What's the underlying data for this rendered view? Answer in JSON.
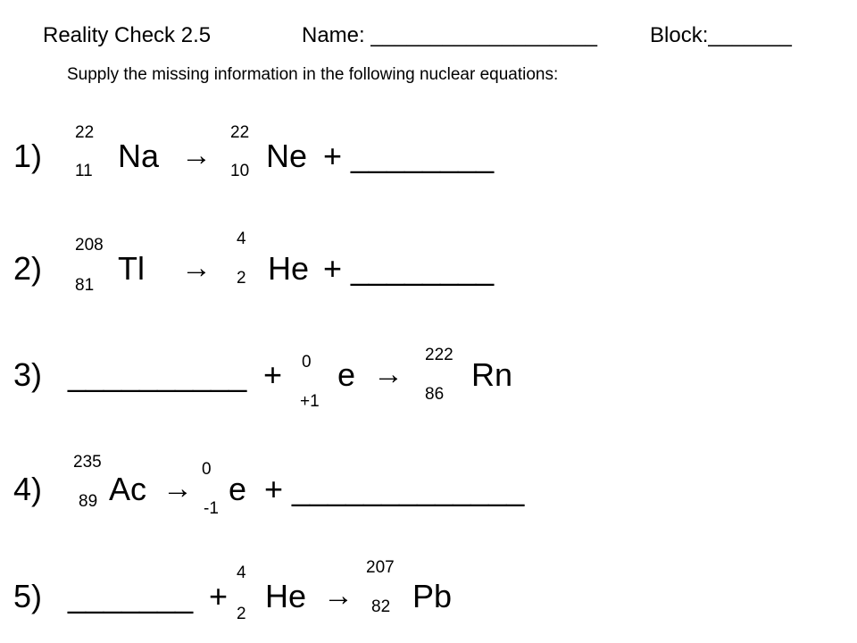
{
  "header": {
    "title": "Reality Check 2.5",
    "name_label": "Name: ___________________",
    "block_label": "Block:_______"
  },
  "instructions": "Supply the missing information in the following nuclear equations:",
  "arrow": "→",
  "equations": [
    {
      "number": "1)",
      "parts": {
        "mass1": "22",
        "atomic1": "11",
        "symbol1": "Na",
        "mass2": "22",
        "atomic2": "10",
        "symbol2": "Ne",
        "tail": "+ ________"
      }
    },
    {
      "number": "2)",
      "parts": {
        "mass1": "208",
        "atomic1": "81",
        "symbol1": "Tl",
        "mass2": "4",
        "atomic2": "2",
        "symbol2": "He",
        "tail": "+ ________"
      }
    },
    {
      "number": "3)",
      "parts": {
        "blank": "__________",
        "plus": "+",
        "mass2": "0",
        "atomic2": "+1",
        "symbol2": "e",
        "mass3": "222",
        "atomic3": "86",
        "symbol3": "Rn"
      }
    },
    {
      "number": "4)",
      "parts": {
        "mass1": "235",
        "atomic1": "89",
        "symbol1": "Ac",
        "mass2": "0",
        "atomic2": "-1",
        "symbol2": "e",
        "tail": "+ _____________"
      }
    },
    {
      "number": "5)",
      "parts": {
        "blank": "_______",
        "plus": "+",
        "mass2": "4",
        "atomic2": "2",
        "symbol2": "He",
        "mass3": "207",
        "atomic3": "82",
        "symbol3": "Pb"
      }
    }
  ]
}
